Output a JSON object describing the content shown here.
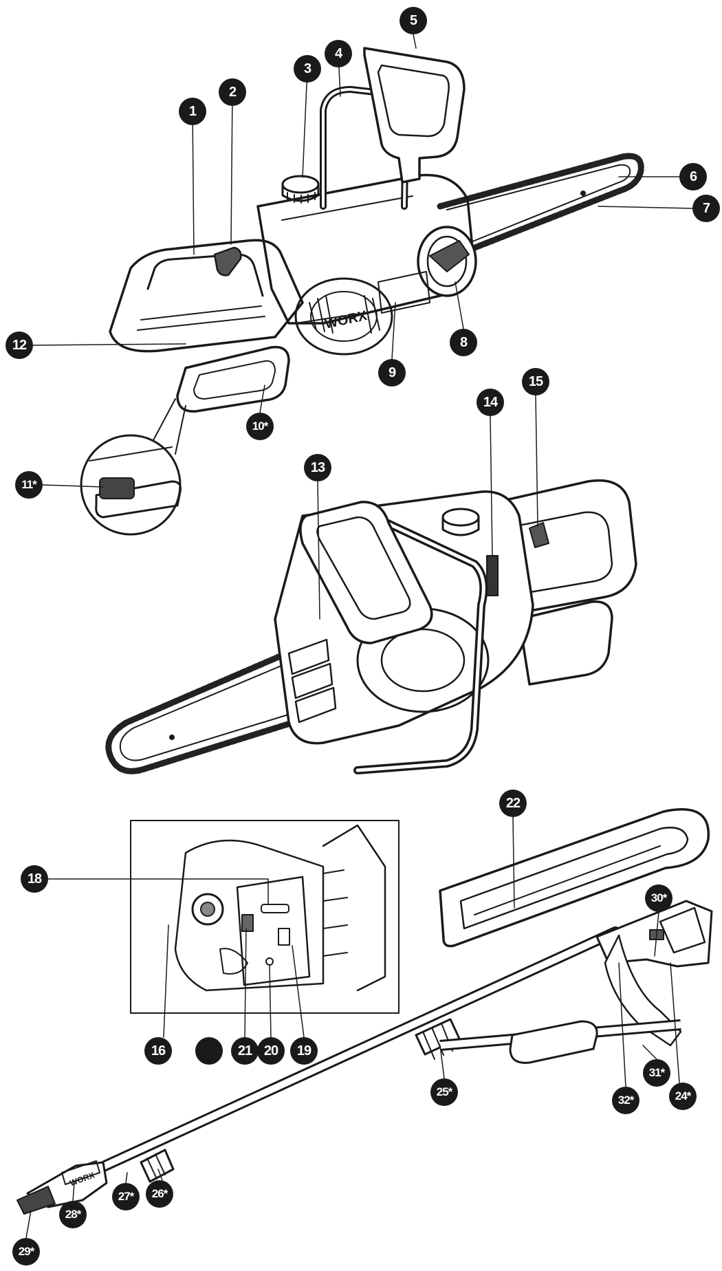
{
  "figure": {
    "brand_top": "WORX",
    "brand_pole": "WORX",
    "callouts": [
      {
        "id": "c1",
        "label": "1"
      },
      {
        "id": "c2",
        "label": "2"
      },
      {
        "id": "c3",
        "label": "3"
      },
      {
        "id": "c4",
        "label": "4"
      },
      {
        "id": "c5",
        "label": "5"
      },
      {
        "id": "c6",
        "label": "6"
      },
      {
        "id": "c7",
        "label": "7"
      },
      {
        "id": "c8",
        "label": "8"
      },
      {
        "id": "c9",
        "label": "9"
      },
      {
        "id": "c10",
        "label": "10*"
      },
      {
        "id": "c11",
        "label": "11*"
      },
      {
        "id": "c12",
        "label": "12"
      },
      {
        "id": "c13",
        "label": "13"
      },
      {
        "id": "c14",
        "label": "14"
      },
      {
        "id": "c15",
        "label": "15"
      },
      {
        "id": "c16",
        "label": "16"
      },
      {
        "id": "c17",
        "label": ""
      },
      {
        "id": "c18",
        "label": "18"
      },
      {
        "id": "c19",
        "label": "19"
      },
      {
        "id": "c20",
        "label": "20"
      },
      {
        "id": "c21",
        "label": "21"
      },
      {
        "id": "c22",
        "label": "22"
      },
      {
        "id": "c24",
        "label": "24*"
      },
      {
        "id": "c25",
        "label": "25*"
      },
      {
        "id": "c26",
        "label": "26*"
      },
      {
        "id": "c27",
        "label": "27*"
      },
      {
        "id": "c28",
        "label": "28*"
      },
      {
        "id": "c29",
        "label": "29*"
      },
      {
        "id": "c30",
        "label": "30*"
      },
      {
        "id": "c31",
        "label": "31*"
      },
      {
        "id": "c32",
        "label": "32*"
      }
    ]
  }
}
